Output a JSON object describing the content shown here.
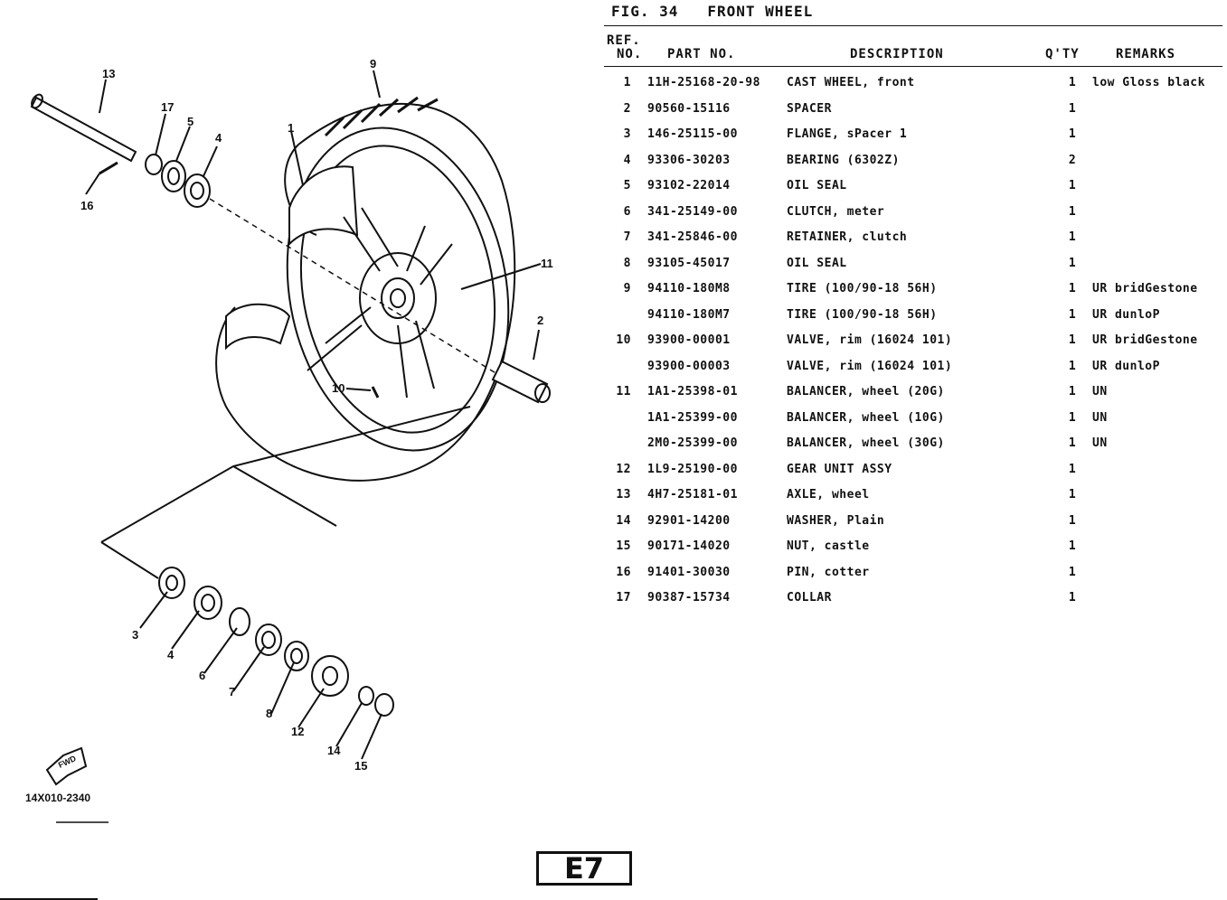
{
  "figure": {
    "label": "FIG. 34",
    "title": "FRONT WHEEL"
  },
  "table_headers": {
    "ref_line1": "REF.",
    "ref_line2": "NO.",
    "part_no": "PART NO.",
    "description": "DESCRIPTION",
    "qty": "Q'TY",
    "remarks": "REMARKS"
  },
  "parts": [
    {
      "ref": "1",
      "part_no": "11H-25168-20-98",
      "description": "CAST WHEEL, front",
      "qty": "1",
      "remarks": "low Gloss black"
    },
    {
      "ref": "2",
      "part_no": "90560-15116",
      "description": "SPACER",
      "qty": "1",
      "remarks": ""
    },
    {
      "ref": "3",
      "part_no": "146-25115-00",
      "description": "FLANGE, sPacer 1",
      "qty": "1",
      "remarks": ""
    },
    {
      "ref": "4",
      "part_no": "93306-30203",
      "description": "BEARING (6302Z)",
      "qty": "2",
      "remarks": ""
    },
    {
      "ref": "5",
      "part_no": "93102-22014",
      "description": "OIL SEAL",
      "qty": "1",
      "remarks": ""
    },
    {
      "ref": "6",
      "part_no": "341-25149-00",
      "description": "CLUTCH, meter",
      "qty": "1",
      "remarks": ""
    },
    {
      "ref": "7",
      "part_no": "341-25846-00",
      "description": "RETAINER, clutch",
      "qty": "1",
      "remarks": ""
    },
    {
      "ref": "8",
      "part_no": "93105-45017",
      "description": "OIL SEAL",
      "qty": "1",
      "remarks": ""
    },
    {
      "ref": "9",
      "part_no": "94110-180M8",
      "description": "TIRE (100/90-18 56H)",
      "qty": "1",
      "remarks": "UR bridGestone"
    },
    {
      "ref": "",
      "part_no": "94110-180M7",
      "description": "TIRE (100/90-18 56H)",
      "qty": "1",
      "remarks": "UR dunloP"
    },
    {
      "ref": "10",
      "part_no": "93900-00001",
      "description": "VALVE, rim (16024 101)",
      "qty": "1",
      "remarks": "UR bridGestone"
    },
    {
      "ref": "",
      "part_no": "93900-00003",
      "description": "VALVE, rim (16024 101)",
      "qty": "1",
      "remarks": "UR dunloP"
    },
    {
      "ref": "11",
      "part_no": "1A1-25398-01",
      "description": "BALANCER, wheel (20G)",
      "qty": "1",
      "remarks": "UN"
    },
    {
      "ref": "",
      "part_no": "1A1-25399-00",
      "description": "BALANCER, wheel (10G)",
      "qty": "1",
      "remarks": "UN"
    },
    {
      "ref": "",
      "part_no": "2M0-25399-00",
      "description": "BALANCER, wheel (30G)",
      "qty": "1",
      "remarks": "UN"
    },
    {
      "ref": "12",
      "part_no": "1L9-25190-00",
      "description": "GEAR UNIT ASSY",
      "qty": "1",
      "remarks": ""
    },
    {
      "ref": "13",
      "part_no": "4H7-25181-01",
      "description": "AXLE, wheel",
      "qty": "1",
      "remarks": ""
    },
    {
      "ref": "14",
      "part_no": "92901-14200",
      "description": "WASHER, Plain",
      "qty": "1",
      "remarks": ""
    },
    {
      "ref": "15",
      "part_no": "90171-14020",
      "description": "NUT, castle",
      "qty": "1",
      "remarks": ""
    },
    {
      "ref": "16",
      "part_no": "91401-30030",
      "description": "PIN, cotter",
      "qty": "1",
      "remarks": ""
    },
    {
      "ref": "17",
      "part_no": "90387-15734",
      "description": "COLLAR",
      "qty": "1",
      "remarks": ""
    }
  ],
  "callouts": [
    "13",
    "17",
    "5",
    "4",
    "16",
    "9",
    "1",
    "11",
    "2",
    "10",
    "3",
    "4",
    "6",
    "7",
    "8",
    "12",
    "14",
    "15"
  ],
  "diagram_code": "14X010-2340",
  "fwd_label": "FWD",
  "page_label": "E7"
}
